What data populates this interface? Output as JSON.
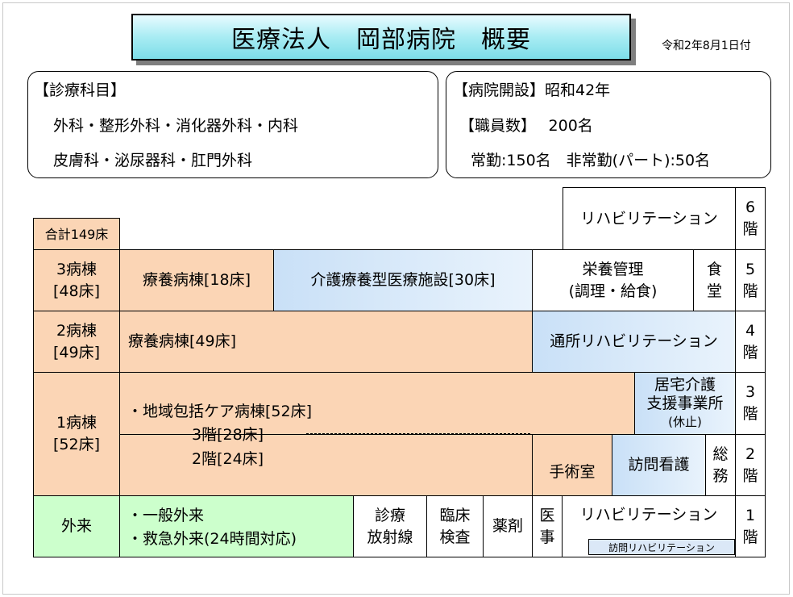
{
  "title": "医療法人　岡部病院　概要",
  "date": "令和2年8月1日付",
  "departments": {
    "heading": "【診療科目】",
    "line1": "外科・整形外科・消化器外科・内科",
    "line2": "皮膚科・泌尿器科・肛門外科"
  },
  "hospital_info": {
    "opened": "【病院開設】昭和42年",
    "staff": "【職員数】　 200名",
    "staff_detail": "常勤:150名　非常勤(パート):50名"
  },
  "floors": {
    "total_beds": "合計149床",
    "f6": {
      "floor": [
        "6",
        "階"
      ],
      "rehab": "リハビリテーション"
    },
    "f5": {
      "floor": [
        "5",
        "階"
      ],
      "ward": [
        "3病棟",
        "[48床]"
      ],
      "ryoyo": "療養病棟[18床]",
      "kaigo": "介護療養型医療施設[30床]",
      "nutrition": [
        "栄養管理",
        "(調理・給食)"
      ],
      "cafeteria": [
        "食",
        "堂"
      ]
    },
    "f4": {
      "floor": [
        "4",
        "階"
      ],
      "ward": [
        "2病棟",
        "[49床]"
      ],
      "ryoyo": "療養病棟[49床]",
      "daycare": "通所リハビリテーション"
    },
    "f3": {
      "floor": [
        "3",
        "階"
      ],
      "home_care": [
        "居宅介護",
        "支援事業所",
        "(休止)"
      ]
    },
    "f2": {
      "floor": [
        "2",
        "階"
      ],
      "surgery": "手術室",
      "visiting_nursing": "訪問看護",
      "general_affairs": [
        "総",
        "務"
      ]
    },
    "ward1": {
      "ward": [
        "1病棟",
        "[52床]"
      ],
      "community": "・地域包括ケア病棟[52床]",
      "f3_beds": "3階[28床]",
      "f2_beds": "2階[24床]"
    },
    "f1": {
      "floor": [
        "1",
        "階"
      ],
      "outpatient": "外来",
      "general": "・一般外来",
      "emergency": "・救急外来(24時間対応)",
      "radiology": [
        "診療",
        "放射線"
      ],
      "lab": [
        "臨床",
        "検査"
      ],
      "pharmacy": "薬剤",
      "medical_office": [
        "医",
        "事"
      ],
      "rehab": "リハビリテーション",
      "visit_rehab": "訪問リハビリテーション"
    }
  }
}
